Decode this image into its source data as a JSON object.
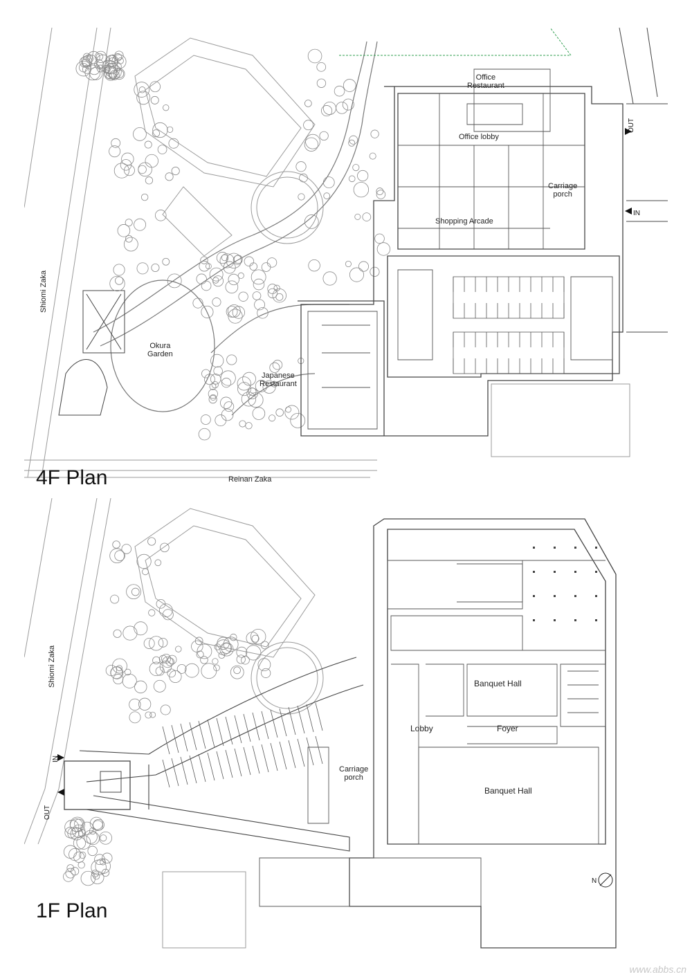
{
  "plans": {
    "top": {
      "title": "4F Plan",
      "labels": {
        "office_restaurant": "Office\nRestaurant",
        "office_lobby": "Office lobby",
        "carriage_porch": "Carriage\nporch",
        "shopping_arcade": "Shopping Arcade",
        "okura_garden": "Okura\nGarden",
        "japanese_restaurant": "Japanese\nRestaurant"
      },
      "streets": {
        "left": "Shiomi Zaka",
        "bottom": "Reinan Zaka"
      },
      "arrows": {
        "out": "OUT",
        "in": "IN"
      }
    },
    "bottom": {
      "title": "1F Plan",
      "labels": {
        "banquet_hall_small": "Banquet Hall",
        "lobby": "Lobby",
        "foyer": "Foyer",
        "carriage_porch": "Carriage\nporch",
        "banquet_hall_large": "Banquet Hall"
      },
      "streets": {
        "left": "Shiomi Zaka"
      },
      "arrows": {
        "in": "IN",
        "out": "OUT"
      },
      "north": "N"
    }
  },
  "watermark": "www.abbs.cn",
  "colors": {
    "line": "#444444",
    "light": "#9a9a9a",
    "tree": "#8a8a8a",
    "green": "#2e9e4e"
  }
}
